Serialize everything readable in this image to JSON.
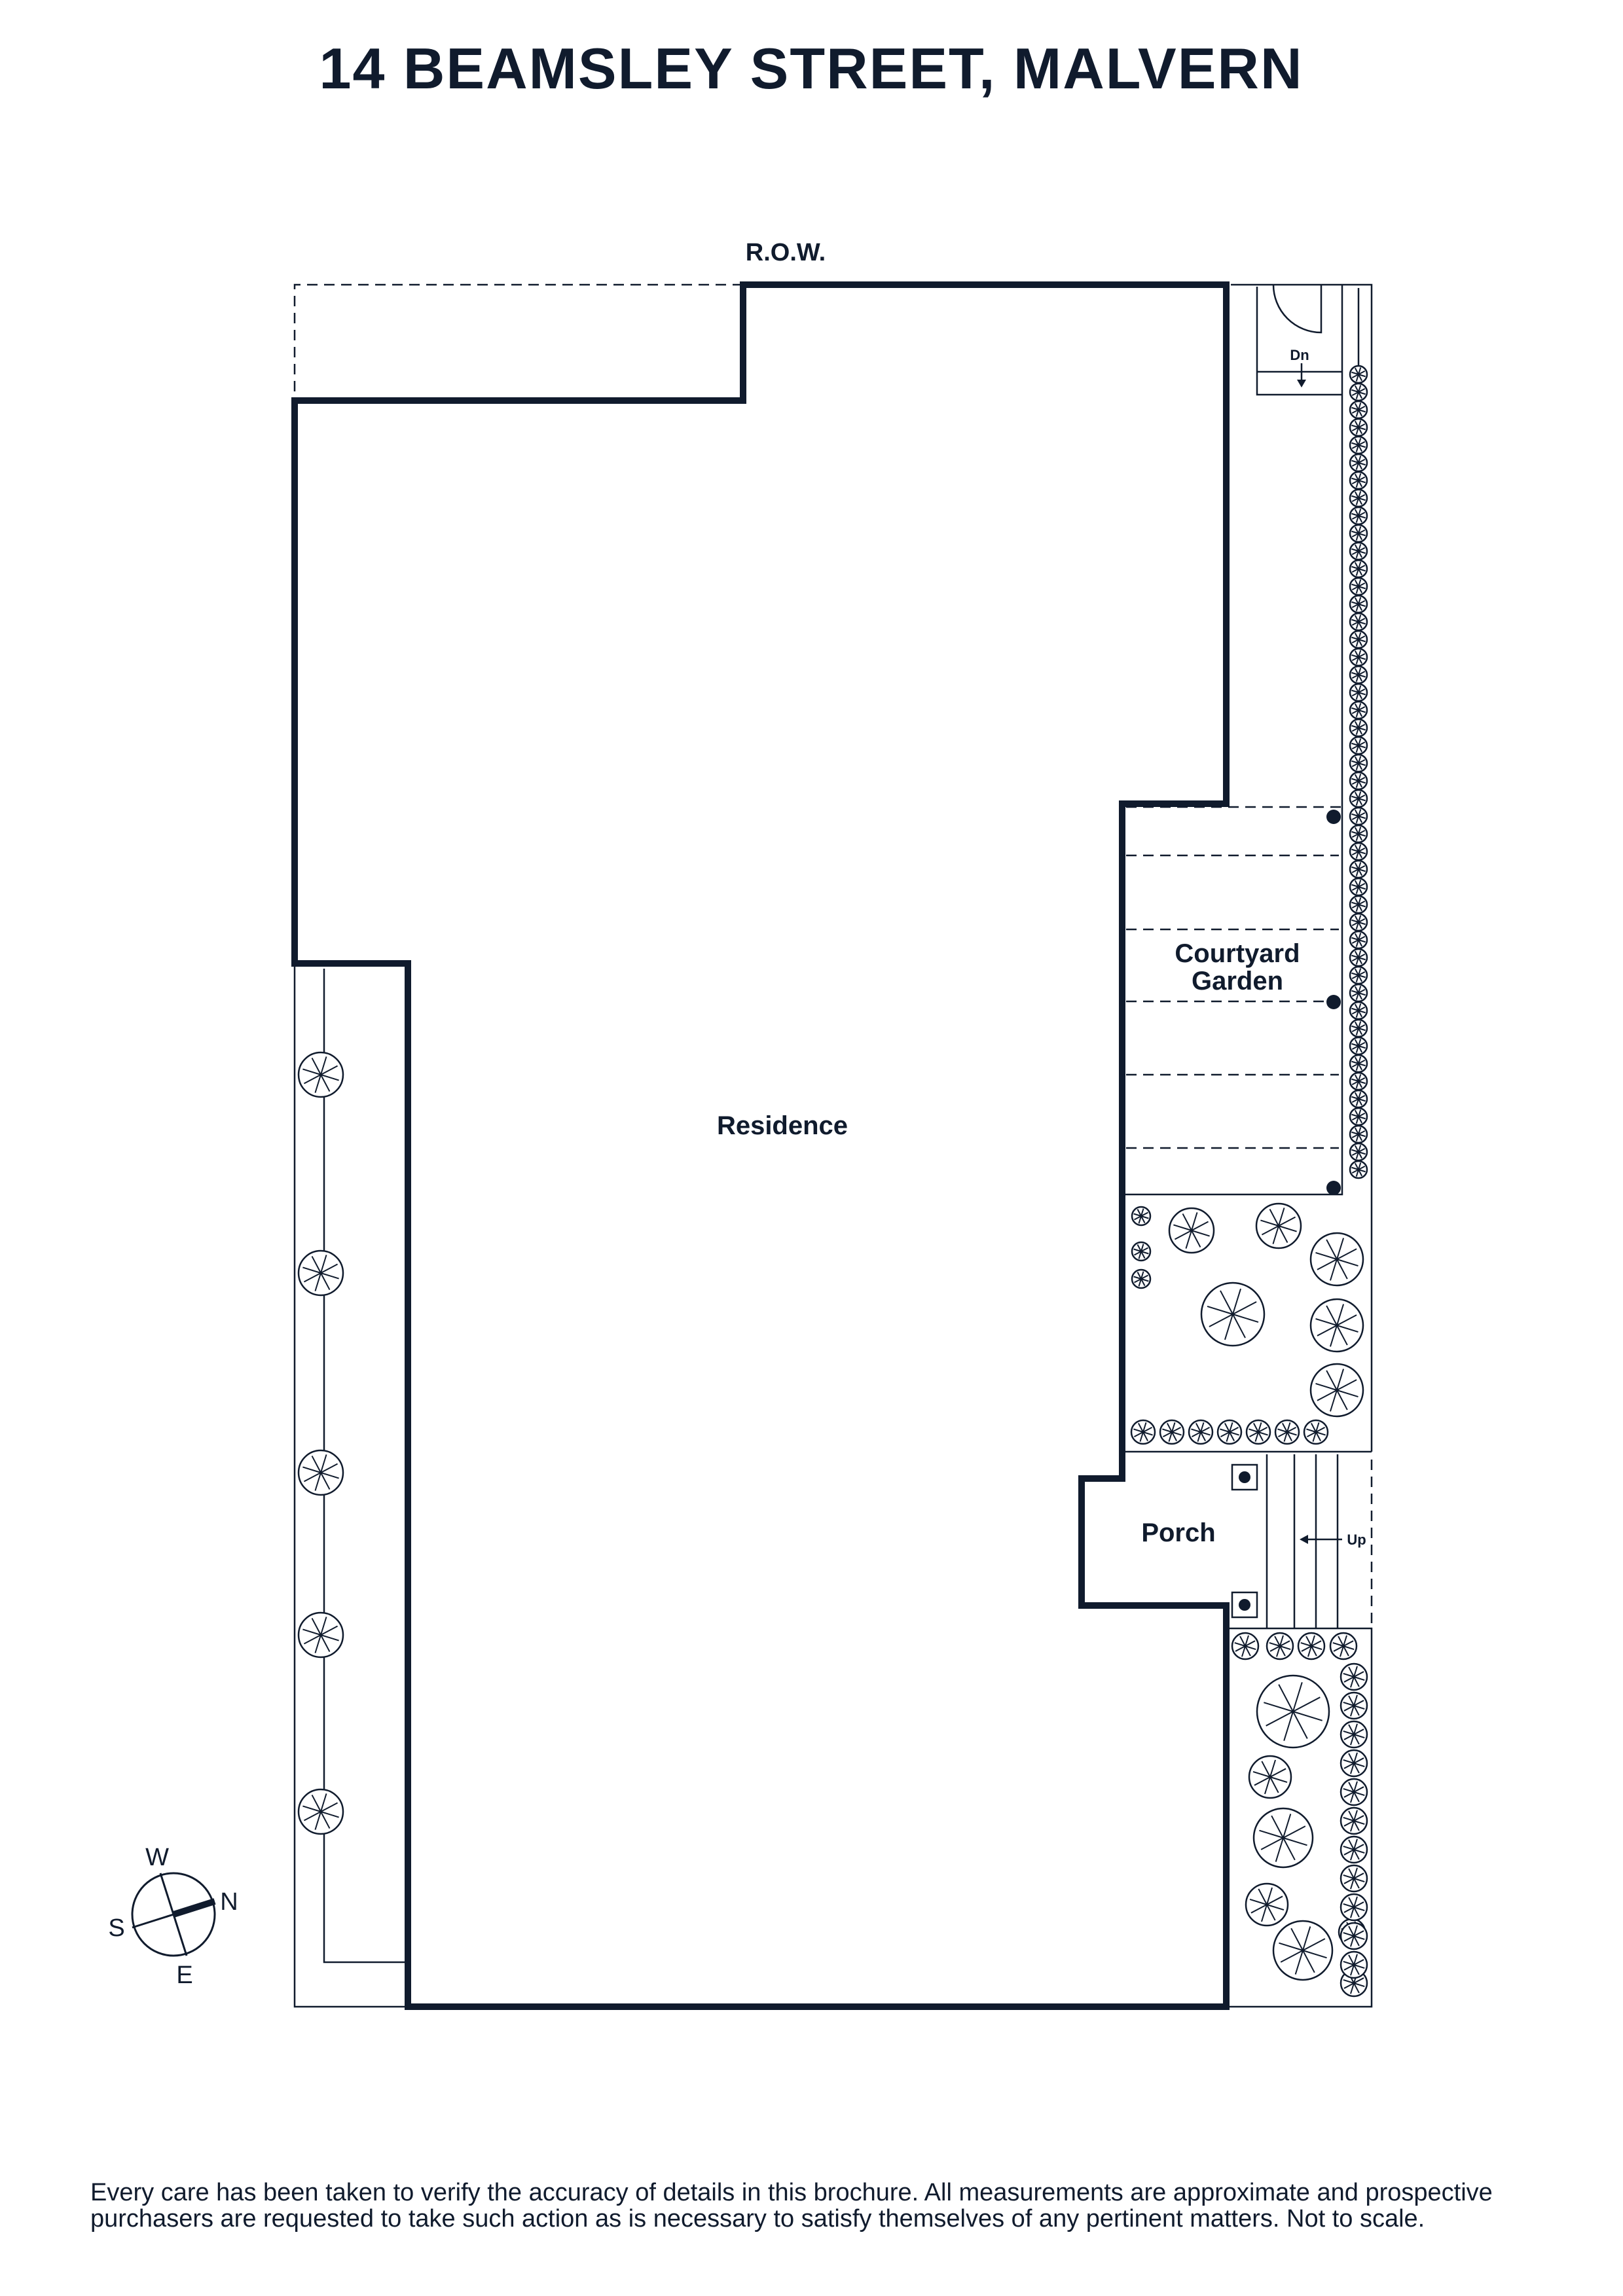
{
  "title": "14 BEAMSLEY STREET, MALVERN",
  "labels": {
    "row": "R.O.W.",
    "residence": "Residence",
    "courtyard_line1": "Courtyard",
    "courtyard_line2": "Garden",
    "porch": "Porch",
    "stairs_down": "Dn",
    "stairs_up": "Up"
  },
  "compass": {
    "north": "N",
    "south": "S",
    "east": "E",
    "west": "W"
  },
  "disclaimer": "Every care has been taken to verify the accuracy of details in this brochure. All measurements are approximate and prospective purchasers are requested to take such action as is necessary to satisfy themselves of any pertinent matters. Not to scale.",
  "colors": {
    "ink": "#101b2d",
    "background": "#ffffff"
  }
}
